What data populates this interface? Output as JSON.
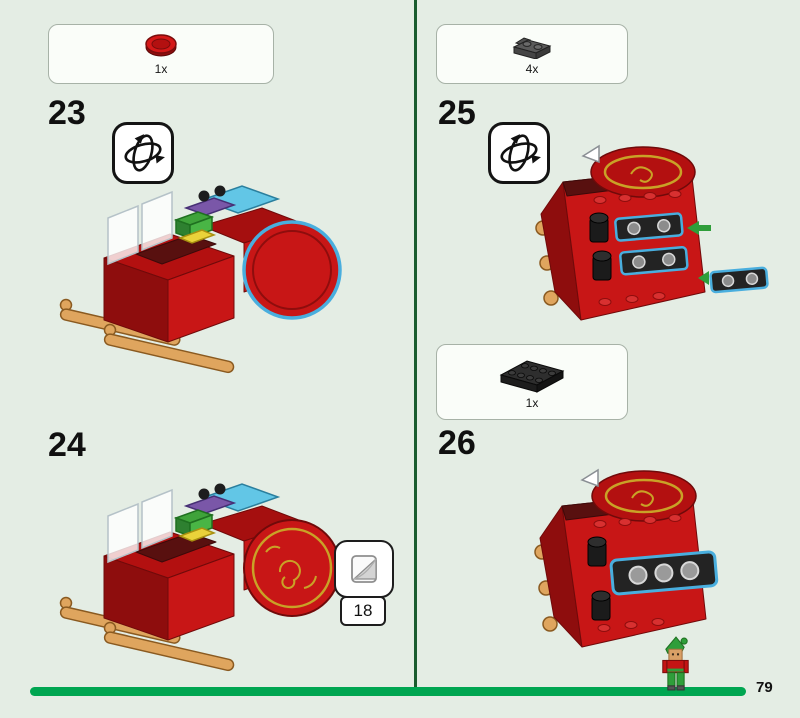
{
  "page": {
    "number": "79",
    "background_color": "#e4ede4",
    "divider_color": "#1a5c2e",
    "progress_color": "#00a651",
    "highlight_blue": "#49aede",
    "lego_red": "#c81616",
    "gold": "#c9a227"
  },
  "icons": {
    "rotate": "rotate-model-icon",
    "sticker": "sticker-page-curl-icon",
    "elf": "elf-minifigure"
  },
  "left_column": {
    "parts_box": {
      "quantity": "1x",
      "part": "red-round-tile"
    },
    "step_23": {
      "number": "23",
      "rotate_hint": true
    },
    "step_24": {
      "number": "24",
      "callout_number": "18"
    }
  },
  "right_column": {
    "parts_box_top": {
      "quantity": "4x",
      "part": "dark-gray-clip-plate"
    },
    "step_25": {
      "number": "25",
      "rotate_hint": true
    },
    "parts_box_mid": {
      "quantity": "1x",
      "part": "black-plate-2x4"
    },
    "step_26": {
      "number": "26"
    }
  }
}
